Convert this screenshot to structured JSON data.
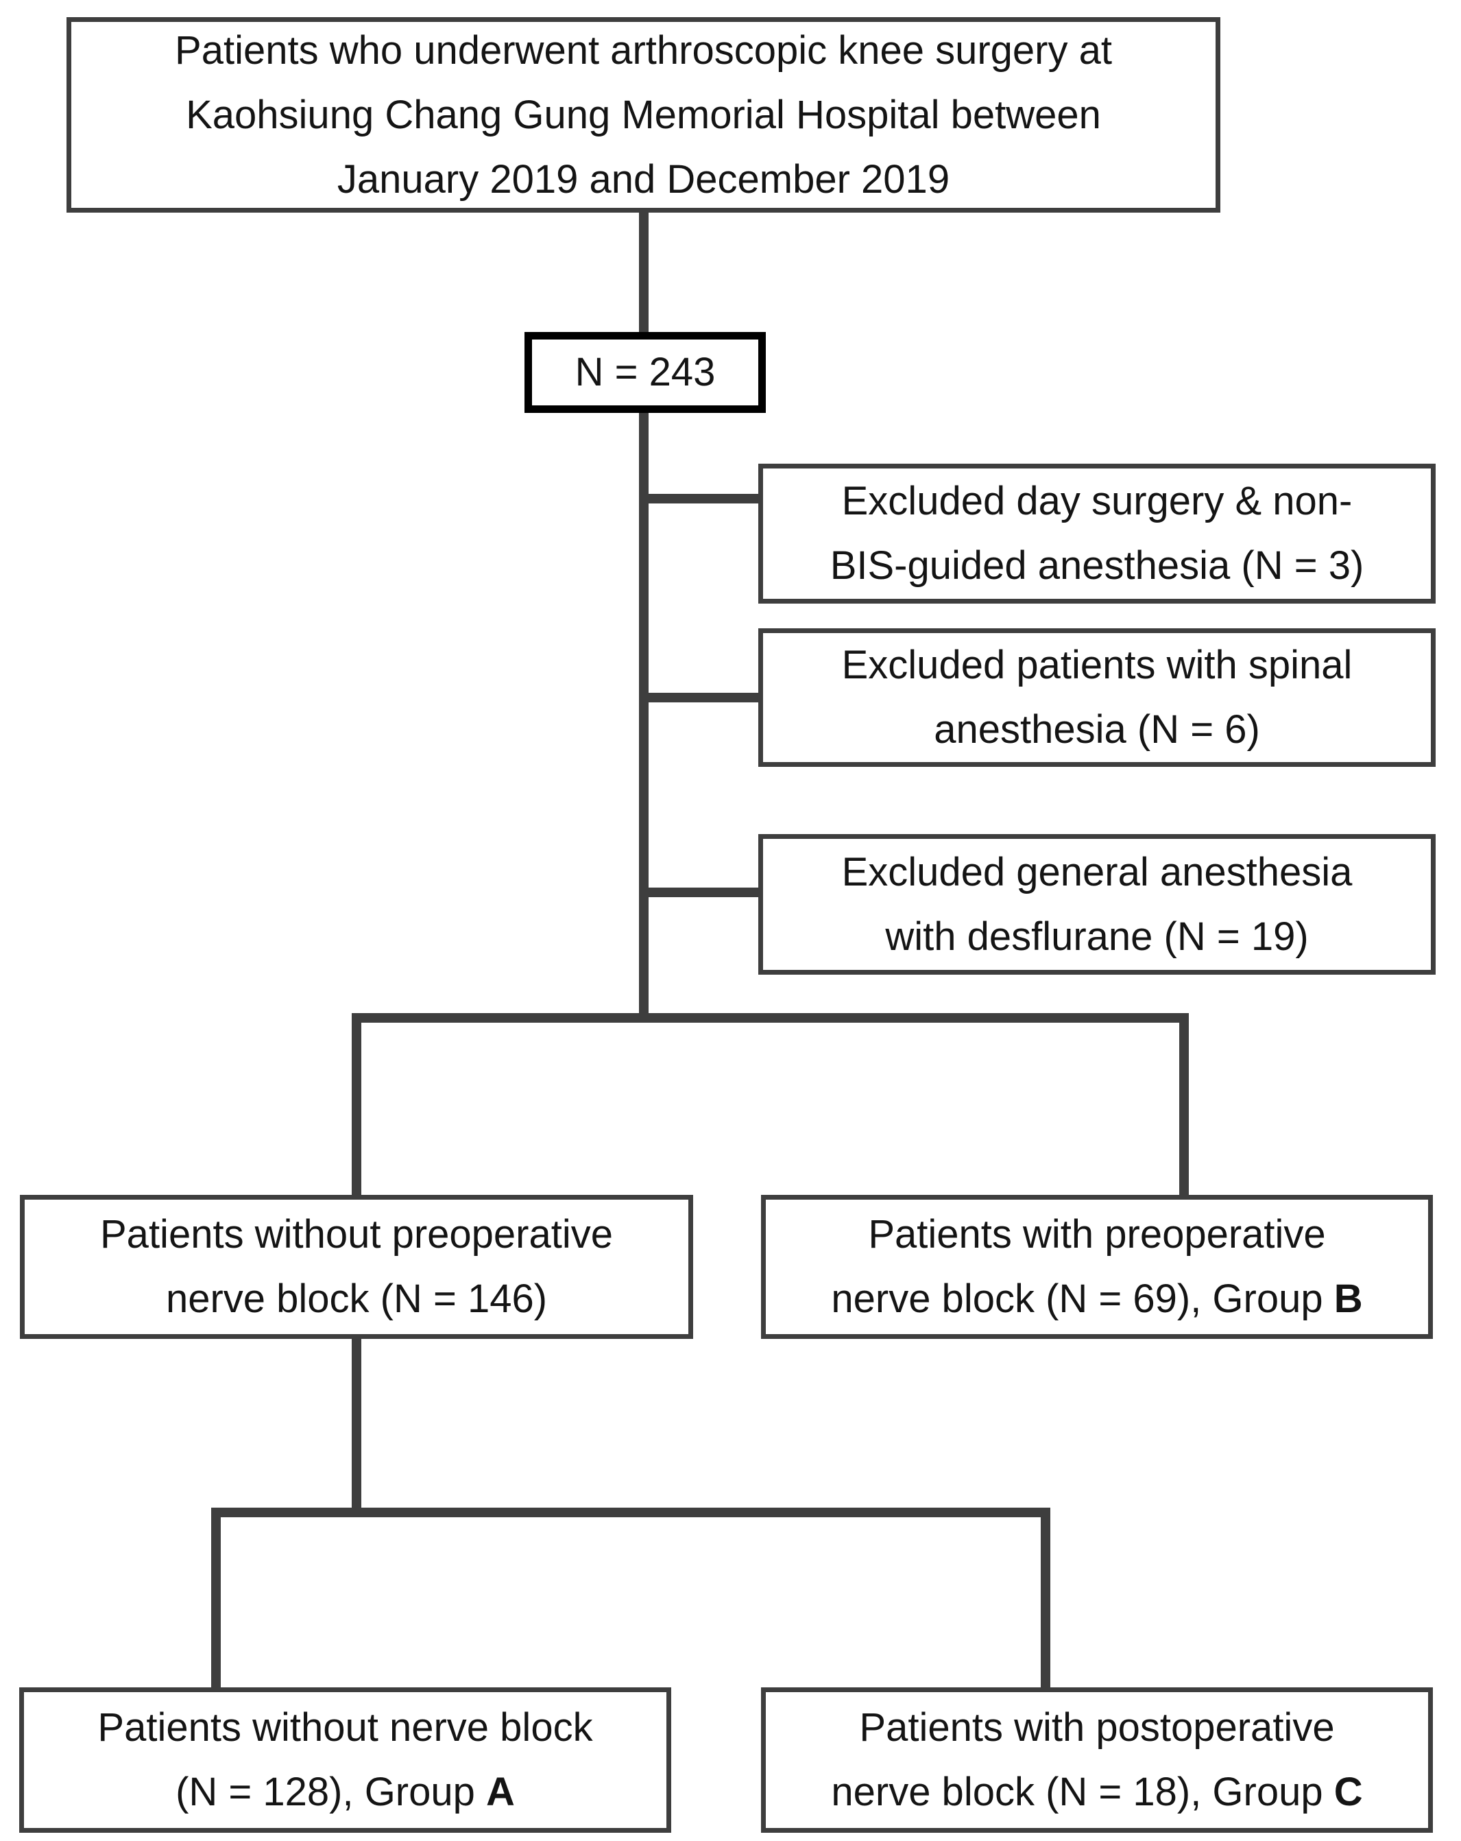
{
  "boxes": {
    "population": {
      "line1": "Patients who underwent arthroscopic knee surgery at",
      "line2": "Kaohsiung Chang Gung Memorial Hospital between",
      "line3": "January 2019 and December 2019"
    },
    "total": {
      "label": "N = 243"
    },
    "excluded_day_surgery": {
      "line1": "Excluded day surgery & non-",
      "line2": "BIS-guided anesthesia (N = 3)"
    },
    "excluded_spinal": {
      "line1": "Excluded patients with spinal",
      "line2": "anesthesia (N = 6)"
    },
    "excluded_desflurane": {
      "line1": "Excluded general anesthesia",
      "line2": "with desflurane (N = 19)"
    },
    "no_preop_block": {
      "line1": "Patients without preoperative",
      "line2": "nerve block (N = 146)"
    },
    "preop_block_group_b": {
      "line1": "Patients with preoperative",
      "line2_prefix": "nerve block (N = 69), Group ",
      "group_letter": "B"
    },
    "no_block_group_a": {
      "line1": "Patients without nerve block",
      "line2_prefix": "(N = 128), Group ",
      "group_letter": "A"
    },
    "postop_block_group_c": {
      "line1": "Patients with postoperative",
      "line2_prefix": "nerve block (N = 18), Group ",
      "group_letter": "C"
    }
  },
  "colors": {
    "connector_line": "#3e3e3e",
    "box_border": "#3e3e3e",
    "emphasis_box_border": "#000000",
    "text": "#141414",
    "background": "#ffffff"
  }
}
